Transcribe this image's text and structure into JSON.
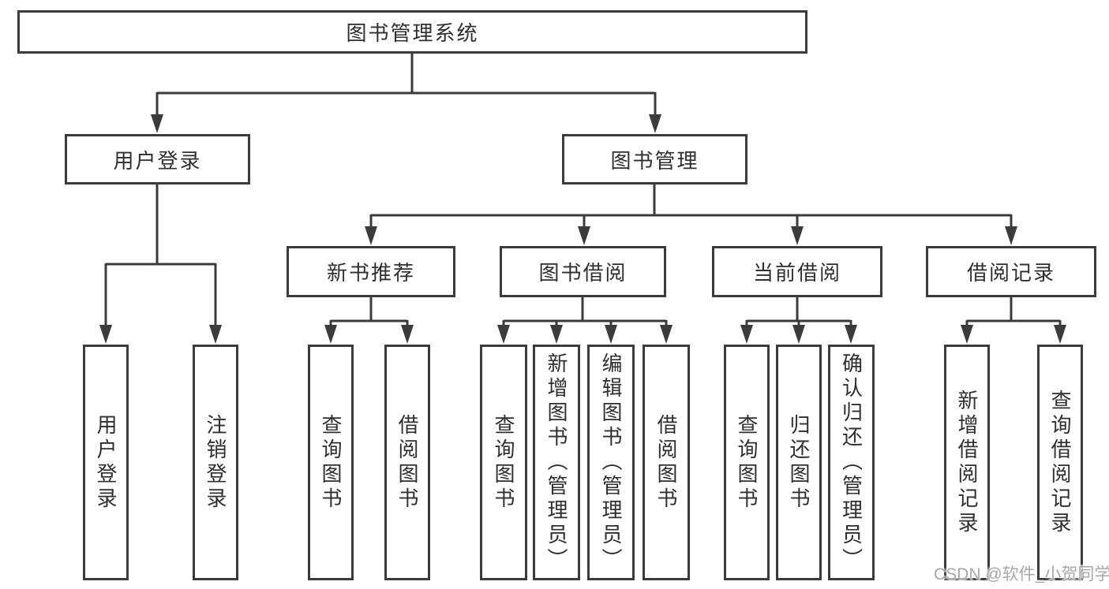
{
  "diagram": {
    "root": {
      "label": "图书管理系统"
    },
    "branches": [
      {
        "label": "用户登录",
        "children": [
          {
            "label": "用户登录"
          },
          {
            "label": "注销登录"
          }
        ]
      },
      {
        "label": "图书管理",
        "children": [
          {
            "label": "新书推荐",
            "children": [
              {
                "label": "查询图书"
              },
              {
                "label": "借阅图书"
              }
            ]
          },
          {
            "label": "图书借阅",
            "children": [
              {
                "label": "查询图书"
              },
              {
                "label": "新增图书（管理员）"
              },
              {
                "label": "编辑图书（管理员）"
              },
              {
                "label": "借阅图书"
              }
            ]
          },
          {
            "label": "当前借阅",
            "children": [
              {
                "label": "查询图书"
              },
              {
                "label": "归还图书"
              },
              {
                "label": "确认归还（管理员）"
              }
            ]
          },
          {
            "label": "借阅记录",
            "children": [
              {
                "label": "新增借阅记录"
              },
              {
                "label": "查询借阅记录"
              }
            ]
          }
        ]
      }
    ]
  },
  "watermark": {
    "text": "CSDN @软件_小贺同学"
  },
  "colors": {
    "line": "#3b3b3b",
    "text": "#2f2f2f",
    "box_background": "#ffffff",
    "page_background": "#ffffff",
    "watermark": "#a8a8a8"
  }
}
